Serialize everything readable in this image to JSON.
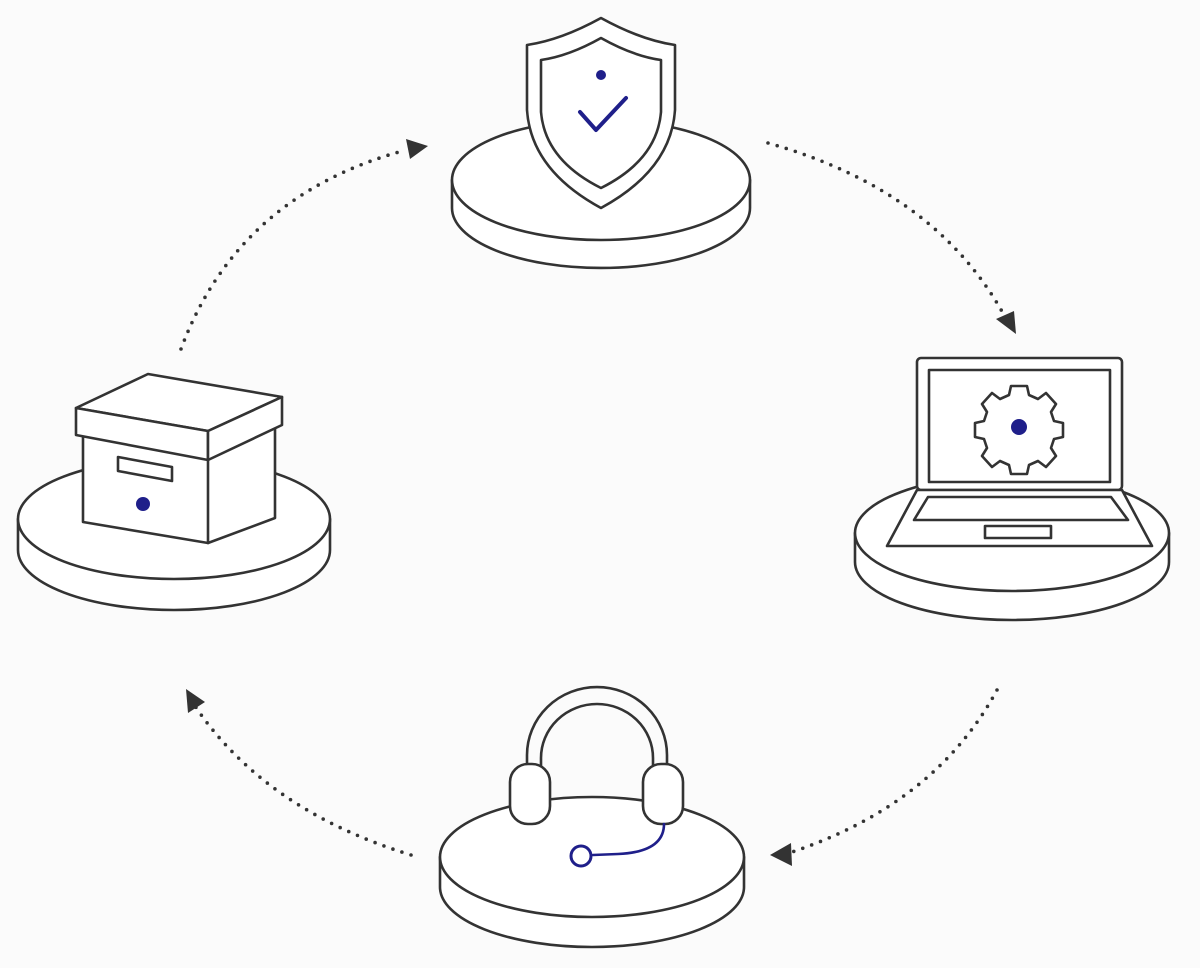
{
  "colors": {
    "background": "#fbfbfb",
    "stroke": "#333333",
    "accent": "#1f1f8a",
    "fill": "#ffffff"
  },
  "nodes": [
    {
      "id": "security",
      "icon": "shield-check-icon",
      "platform": "disc-platform"
    },
    {
      "id": "settings",
      "icon": "laptop-gear-icon",
      "platform": "disc-platform"
    },
    {
      "id": "support",
      "icon": "headset-icon",
      "platform": "disc-platform"
    },
    {
      "id": "storage",
      "icon": "archive-box-icon",
      "platform": "disc-platform"
    }
  ],
  "connectors": [
    {
      "from": "security",
      "to": "settings",
      "style": "dotted-arrow"
    },
    {
      "from": "settings",
      "to": "support",
      "style": "dotted-arrow"
    },
    {
      "from": "support",
      "to": "storage",
      "style": "dotted-arrow"
    },
    {
      "from": "storage",
      "to": "security",
      "style": "dotted-arrow"
    }
  ]
}
